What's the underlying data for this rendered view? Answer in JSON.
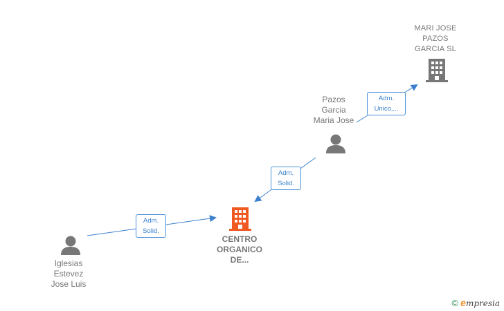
{
  "nodes": {
    "mari_jose_pazos": {
      "lines": [
        "MARI JOSE",
        "PAZOS",
        "GARCIA  SL"
      ]
    },
    "pazos_garcia": {
      "lines": [
        "Pazos",
        "Garcia",
        "Maria Jose"
      ]
    },
    "centro_organico": {
      "lines": [
        "CENTRO",
        "ORGANICO",
        "DE..."
      ]
    },
    "iglesias_estevez": {
      "lines": [
        "Iglesias",
        "Estevez",
        "Jose Luis"
      ]
    }
  },
  "roles": {
    "pazos_to_mari": [
      "Adm.",
      "Unico,..."
    ],
    "pazos_to_centro": [
      "Adm.",
      "Solid."
    ],
    "iglesias_to_centro": [
      "Adm.",
      "Solid."
    ]
  },
  "colors": {
    "arrow": "#3a80cc",
    "person": "#777777",
    "company": "#777777",
    "center_company": "#f05a22"
  },
  "footer": {
    "copyright": "©",
    "brand_initial": "e",
    "brand_rest": "mpresia"
  }
}
